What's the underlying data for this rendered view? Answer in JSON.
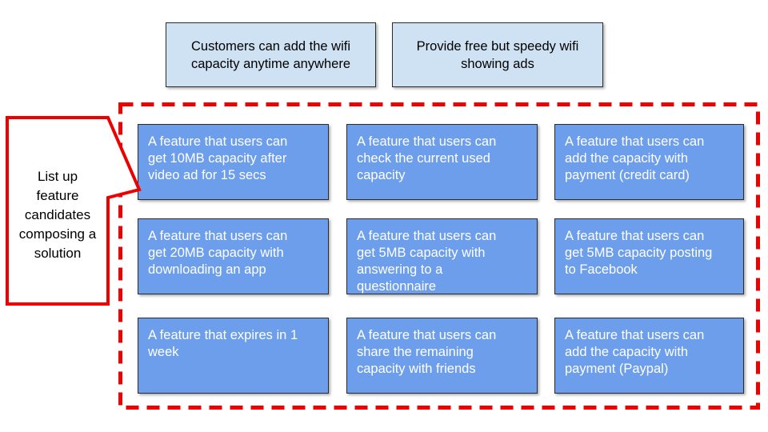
{
  "slide": {
    "notes_top": [
      {
        "id": "wifi-anytime",
        "lines": [
          "Customers can add the wifi",
          "capacity anytime anywhere"
        ]
      },
      {
        "id": "free-wifi-ads",
        "lines": [
          "Provide free but speedy wifi",
          "showing ads"
        ]
      }
    ],
    "callout": {
      "lines": [
        "List up",
        "feature",
        "candidates",
        "composing a",
        "solution"
      ]
    },
    "features": [
      {
        "lines": [
          "A feature that users can",
          "get 10MB capacity after",
          "video ad for 15 secs"
        ]
      },
      {
        "lines": [
          "A feature that users can",
          "check the current used",
          "capacity"
        ]
      },
      {
        "lines": [
          "A feature that users can",
          "add the capacity with",
          "payment (credit card)"
        ]
      },
      {
        "lines": [
          "A feature that users can",
          "get 20MB capacity with",
          "downloading an app"
        ]
      },
      {
        "lines": [
          "A feature that users can",
          "get 5MB capacity with",
          "answering to a",
          "questionnaire"
        ]
      },
      {
        "lines": [
          "A feature that users can",
          "get 5MB capacity posting",
          "to Facebook"
        ]
      },
      {
        "lines": [
          "A feature that expires in 1",
          "week"
        ]
      },
      {
        "lines": [
          "A feature that users can",
          "share the remaining",
          "capacity with friends"
        ]
      },
      {
        "lines": [
          "A feature that users can",
          "add the capacity with",
          "payment (Paypal)"
        ]
      }
    ],
    "colors": {
      "feature_fill": "#6d9eeb",
      "note_fill": "#cfe2f3",
      "outline_red": "#ee0000",
      "box_border": "#2b2b2b",
      "feature_text": "#ffffff",
      "note_text": "#000000",
      "background": "#ffffff"
    }
  }
}
